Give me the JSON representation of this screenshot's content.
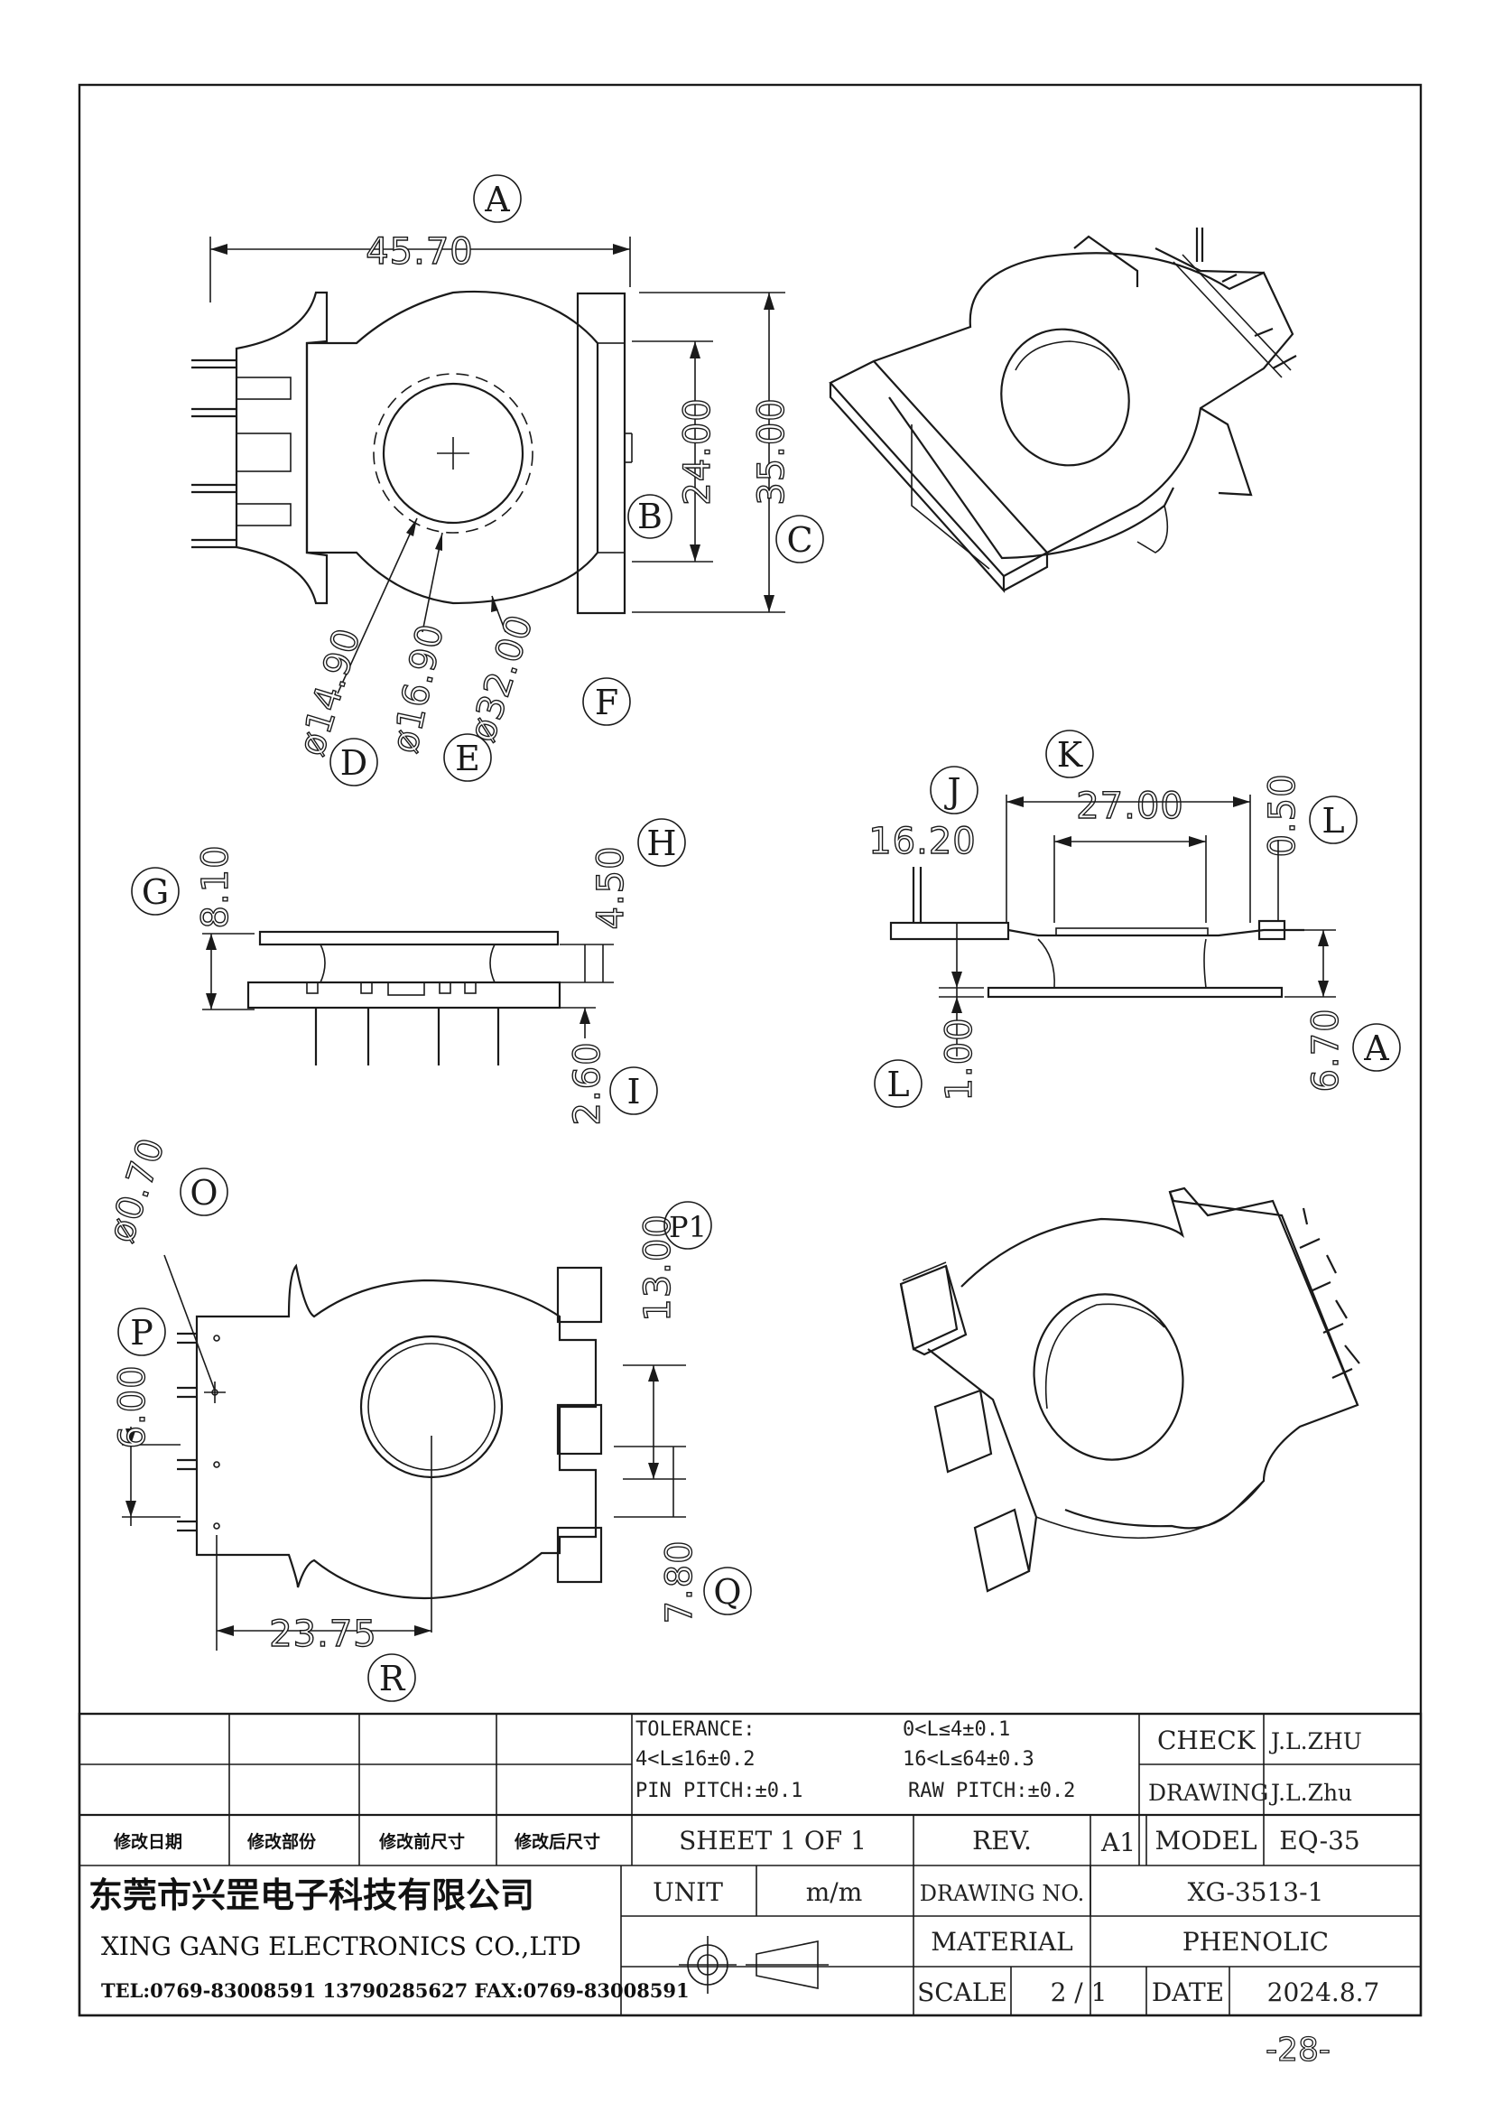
{
  "callouts": {
    "A": "A",
    "B": "B",
    "C": "C",
    "D": "D",
    "E": "E",
    "F": "F",
    "G": "G",
    "H": "H",
    "I": "I",
    "J": "J",
    "K": "K",
    "L": "L",
    "O": "O",
    "P": "P",
    "P1": "P1",
    "Q": "Q",
    "R": "R"
  },
  "dimensions": {
    "width_a": "45.70",
    "height_b": "24.00",
    "height_c": "35.00",
    "dia_d": "ø14.90",
    "dia_e": "ø16.90",
    "dia_f": "ø32.00",
    "height_g": "8.10",
    "height_h": "4.50",
    "height_i": "2.60",
    "dim_j": "16.20",
    "dim_k": "27.00",
    "dim_l_top": "0.50",
    "dim_l_bottom": "1.00",
    "dim_a_side": "6.70",
    "pin_dia_o": "ø0.70",
    "pin_pitch_p": "6.00",
    "dim_p1": "13.00",
    "dim_q": "7.80",
    "dim_r": "23.75"
  },
  "title_block": {
    "tolerance_label": "TOLERANCE:",
    "tol_1": "0<L≤4±0.1",
    "tol_2": "4<L≤16±0.2",
    "tol_3": "16<L≤64±0.3",
    "pin_pitch": "PIN PITCH:±0.1",
    "raw_pitch": "RAW PITCH:±0.2",
    "check_label": "CHECK",
    "check_value": "J.L.ZHU",
    "drawing_label": "DRAWING",
    "drawing_value": "J.L.Zhu",
    "rev_date": "修改日期",
    "rev_part": "修改部份",
    "rev_before": "修改前尺寸",
    "rev_after": "修改后尺寸",
    "sheet": "SHEET 1 OF 1",
    "rev_label": "REV.",
    "rev_value": "A1",
    "model_label": "MODEL",
    "model_value": "EQ-35",
    "unit_label": "UNIT",
    "unit_value": "m/m",
    "drawing_no_label": "DRAWING NO.",
    "drawing_no_value": "XG-3513-1",
    "material_label": "MATERIAL",
    "material_value": "PHENOLIC",
    "scale_label": "SCALE",
    "scale_value": "2 / 1",
    "date_label": "DATE",
    "date_value": "2024.8.7",
    "company_cn": "东莞市兴罡电子科技有限公司",
    "company_en": "XING GANG ELECTRONICS CO.,LTD",
    "company_contact": "TEL:0769-83008591 13790285627 FAX:0769-83008591"
  },
  "page_number": "-28-"
}
